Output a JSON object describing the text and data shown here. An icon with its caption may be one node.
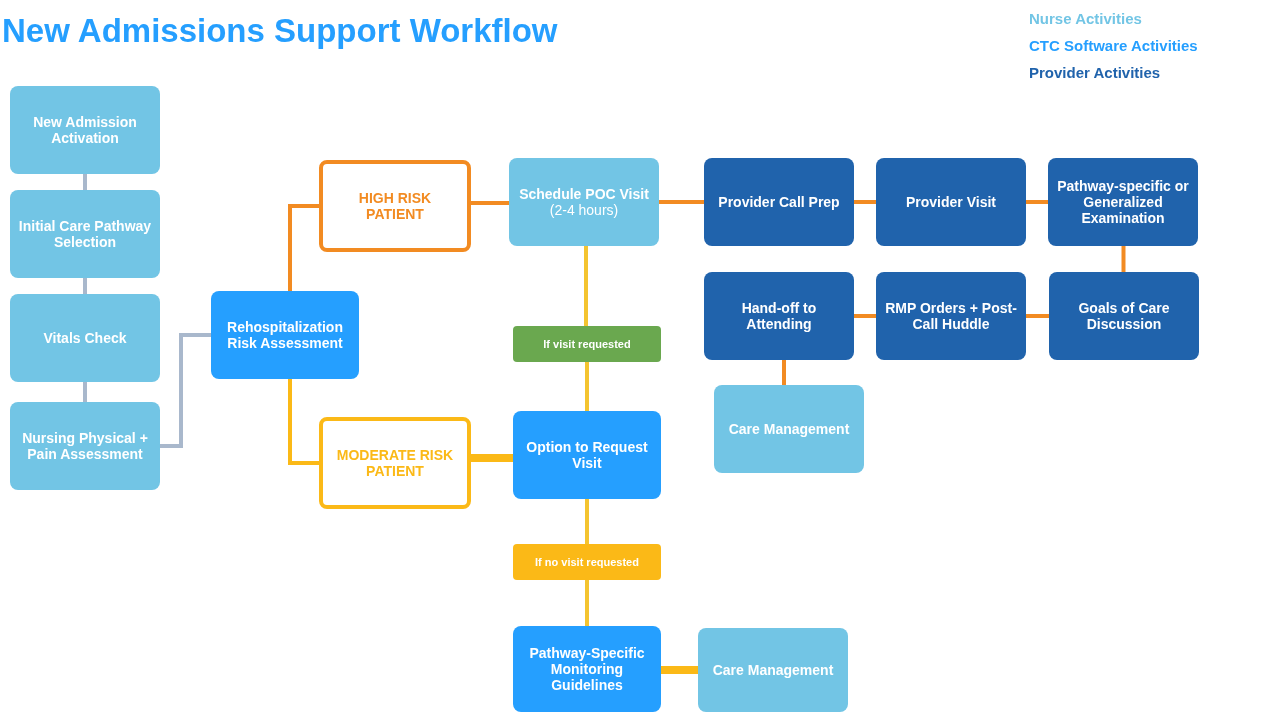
{
  "diagram": {
    "title": "New Admissions Support Workflow",
    "nodes": [
      {
        "text": [
          "New Admission Activation"
        ]
      },
      {
        "text": [
          "Initial Care Pathway Selection"
        ]
      },
      {
        "text": [
          "Vitals Check"
        ]
      },
      {
        "text": [
          "Nursing Physical + Pain Assessment"
        ]
      },
      {
        "text": [
          "Rehospitalization Risk Assessment"
        ]
      },
      {
        "text": [
          "HIGH RISK  PATIENT"
        ]
      },
      {
        "text": [
          "MODERATE RISK PATIENT"
        ]
      },
      {
        "text": [
          "Schedule POC Visit",
          "(2-4 hours)"
        ]
      },
      {
        "text": [
          "If visit requested"
        ]
      },
      {
        "text": [
          "Option to Request Visit"
        ]
      },
      {
        "text": [
          "If no visit requested"
        ]
      },
      {
        "text": [
          "Pathway-Specific Monitoring Guidelines"
        ]
      },
      {
        "text": [
          "Care Management"
        ]
      },
      {
        "text": [
          "Provider Call Prep"
        ]
      },
      {
        "text": [
          "Provider Visit"
        ]
      },
      {
        "text": [
          "Pathway-specific or Generalized Examination"
        ]
      },
      {
        "text": [
          "Hand-off to Attending"
        ]
      },
      {
        "text": [
          "RMP Orders + Post-Call Huddle"
        ]
      },
      {
        "text": [
          "Goals of Care Discussion"
        ]
      },
      {
        "text": [
          "Care Management"
        ]
      }
    ],
    "edges": [
      {
        "from": 0,
        "to": 1,
        "arrow": "none",
        "color": "#a9b8cc"
      },
      {
        "from": 1,
        "to": 2,
        "arrow": "none",
        "color": "#a9b8cc"
      },
      {
        "from": 2,
        "to": 3,
        "arrow": "none",
        "color": "#a9b8cc"
      },
      {
        "from": 3,
        "to": 4,
        "arrow": "none",
        "color": "#a9b8cc"
      },
      {
        "from": 4,
        "to": 5,
        "arrow": "none"
      },
      {
        "from": 4,
        "to": 6,
        "arrow": "none",
        "color": "#fbb917"
      },
      {
        "from": 5,
        "to": 7,
        "arrow": "none"
      },
      {
        "from": 7,
        "to": 13,
        "arrow": "none"
      },
      {
        "from": 7,
        "to": 8,
        "arrow": "none",
        "color": "#f4c430"
      },
      {
        "from": 8,
        "to": 9,
        "arrow": "none",
        "color": "#f4c430"
      },
      {
        "from": 6,
        "to": 9,
        "arrow": "none",
        "style": "thick",
        "color": "#fbb917"
      },
      {
        "from": 9,
        "to": 10,
        "arrow": "none",
        "color": "#f4c430"
      },
      {
        "from": 10,
        "to": 11,
        "arrow": "none",
        "color": "#f4c430"
      },
      {
        "from": 11,
        "to": 12,
        "arrow": "none",
        "style": "thick",
        "color": "#fbb917"
      },
      {
        "from": 13,
        "to": 14,
        "arrow": "none"
      },
      {
        "from": 14,
        "to": 15,
        "arrow": "none"
      },
      {
        "from": 15,
        "to": 18,
        "arrow": "none"
      },
      {
        "from": 18,
        "to": 17,
        "arrow": "none"
      },
      {
        "from": 17,
        "to": 16,
        "arrow": "none"
      },
      {
        "from": 16,
        "to": 19,
        "arrow": "none"
      }
    ],
    "legend": [
      {
        "text": "Nurse Activities",
        "color": "#72c5e5"
      },
      {
        "text": "CTC Software Activities",
        "color": "#259fff"
      },
      {
        "text": "Provider Activities",
        "color": "#2063ac"
      }
    ]
  }
}
